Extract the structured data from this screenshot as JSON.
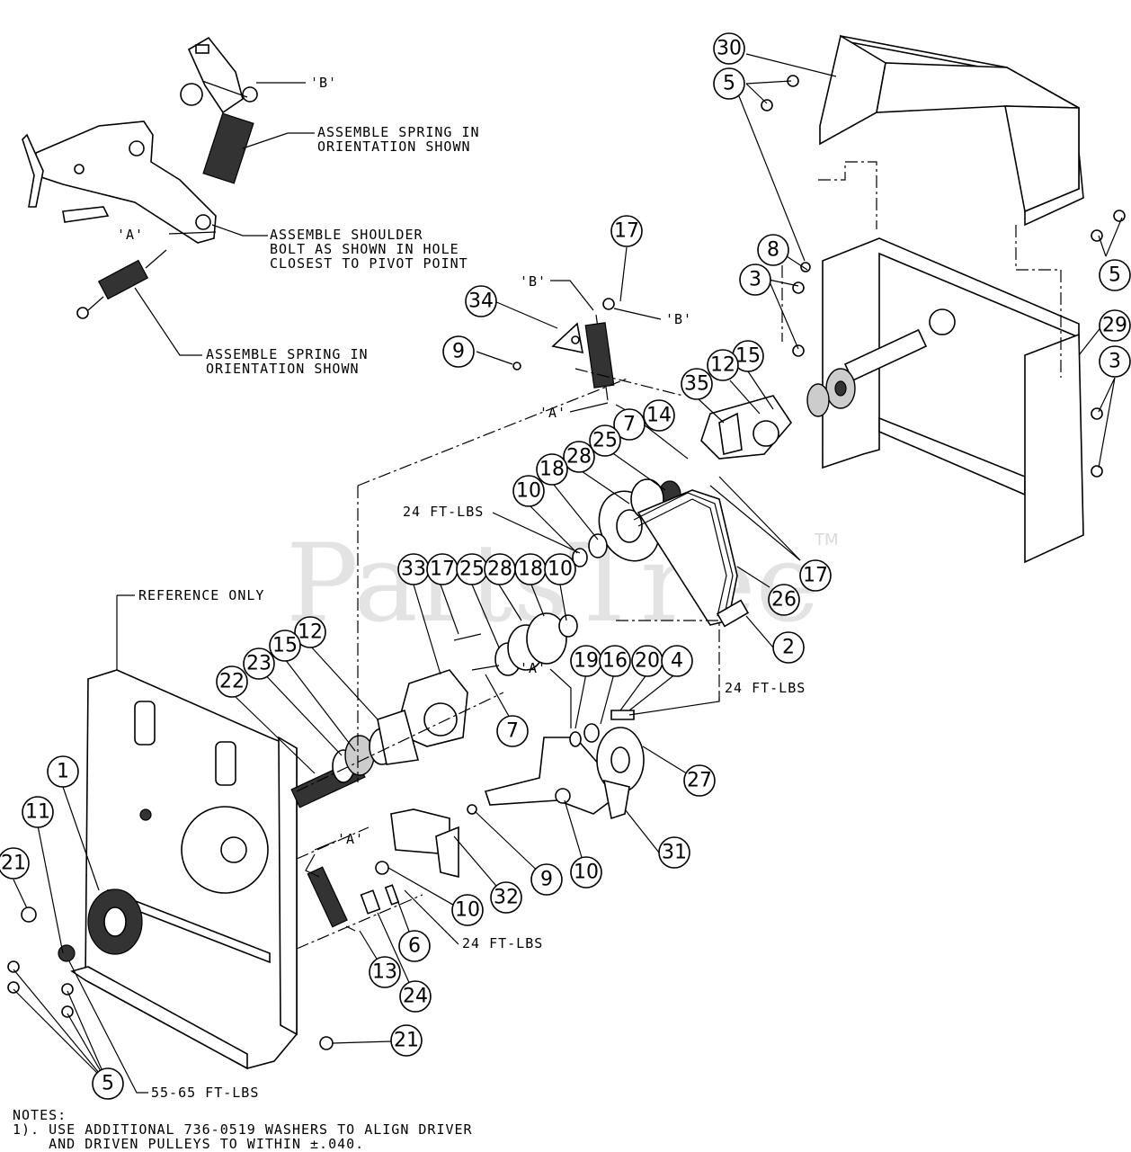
{
  "watermark": {
    "text": "PartsTree",
    "tm": "TM"
  },
  "annotations": {
    "b_top": "'B'",
    "spring_note_top": [
      "ASSEMBLE SPRING IN",
      "ORIENTATION SHOWN"
    ],
    "a_left": "'A'",
    "shoulder_note": [
      "ASSEMBLE SHOULDER",
      "BOLT AS SHOWN IN HOLE",
      "CLOSEST TO PIVOT POINT"
    ],
    "spring_note_bottom": [
      "ASSEMBLE SPRING IN",
      "ORIENTATION SHOWN"
    ],
    "b_mid_left": "'B'",
    "b_mid_right": "'B'",
    "a_mid": "'A'",
    "torque_24_a": "24 FT-LBS",
    "reference_only": "REFERENCE ONLY",
    "a_center": "'A'",
    "torque_24_b": "24 FT-LBS",
    "a_lower": "'A'",
    "torque_24_c": "24 FT-LBS",
    "torque_55_65": "55-65 FT-LBS"
  },
  "callouts": [
    "30",
    "5",
    "5",
    "8",
    "3",
    "29",
    "3",
    "17",
    "34",
    "9",
    "15",
    "12",
    "35",
    "14",
    "7",
    "25",
    "28",
    "18",
    "10",
    "17",
    "26",
    "33",
    "17",
    "25",
    "28",
    "18",
    "10",
    "12",
    "15",
    "23",
    "22",
    "2",
    "19",
    "16",
    "20",
    "4",
    "7",
    "27",
    "1",
    "11",
    "21",
    "31",
    "9",
    "10",
    "32",
    "10",
    "6",
    "13",
    "24",
    "21",
    "5"
  ],
  "notes": {
    "heading": "NOTES:",
    "line1": "1). USE ADDITIONAL 736-0519 WASHERS TO ALIGN DRIVER",
    "line2": "    AND DRIVEN PULLEYS TO WITHIN ±.040."
  }
}
